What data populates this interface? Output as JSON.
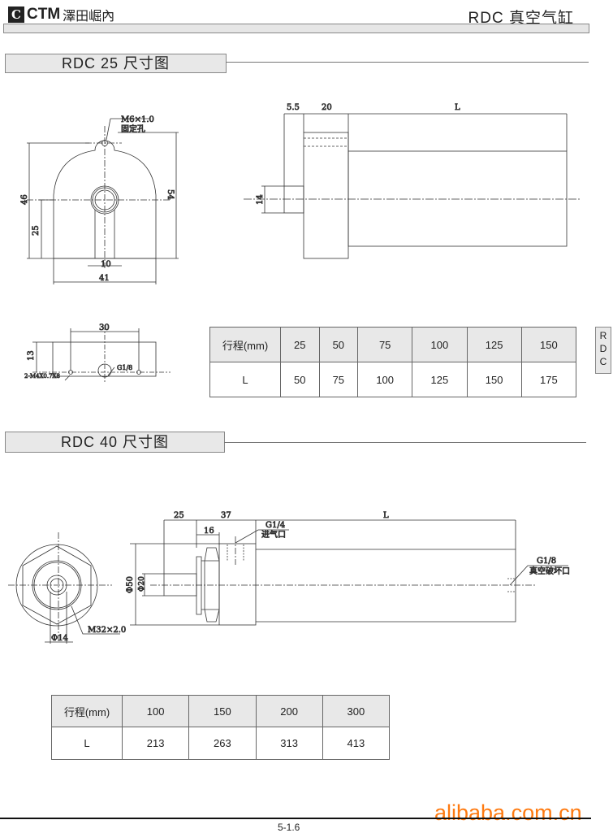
{
  "header": {
    "logo_mark": "C",
    "logo_brand": "CTM",
    "logo_cn": "澤田崛內",
    "title": "RDC 真空气缸"
  },
  "side_tab": [
    "R",
    "D",
    "C"
  ],
  "rdc25": {
    "section_title": "RDC 25 尺寸图",
    "front_view": {
      "hole_label": "M6×1.0",
      "hole_desc": "固定孔",
      "dim_46": "46",
      "dim_25": "25",
      "dim_54": "54",
      "dim_10": "10",
      "dim_41": "41"
    },
    "side_view": {
      "dim_5_5": "5.5",
      "dim_20": "20",
      "dim_L": "L",
      "dim_14": "14"
    },
    "bottom_view": {
      "dim_30": "30",
      "dim_13": "13",
      "thread_label": "2-M4X0.7X8",
      "port_label": "G1/8"
    },
    "table": {
      "header": [
        "行程(mm)",
        "25",
        "50",
        "75",
        "100",
        "125",
        "150"
      ],
      "row": [
        "L",
        "50",
        "75",
        "100",
        "125",
        "150",
        "175"
      ]
    }
  },
  "rdc40": {
    "section_title": "RDC 40 尺寸图",
    "front_view": {
      "dim_phi14": "Φ14",
      "thread_label": "M32×2.0"
    },
    "side_view": {
      "dim_25": "25",
      "dim_37": "37",
      "dim_16": "16",
      "dim_L": "L",
      "dim_phi50": "Φ50",
      "dim_phi20": "Φ20",
      "inlet_port": "G1/4",
      "inlet_desc": "进气口",
      "vacuum_port": "G1/8",
      "vacuum_desc": "真空破坏口"
    },
    "table": {
      "header": [
        "行程(mm)",
        "100",
        "150",
        "200",
        "300"
      ],
      "row": [
        "L",
        "213",
        "263",
        "313",
        "413"
      ]
    }
  },
  "footer": {
    "watermark": "alibaba.com.cn",
    "page_number": "5-1.6"
  },
  "colors": {
    "watermark": "#ff7a10",
    "header_fill": "#e8e8e8"
  }
}
